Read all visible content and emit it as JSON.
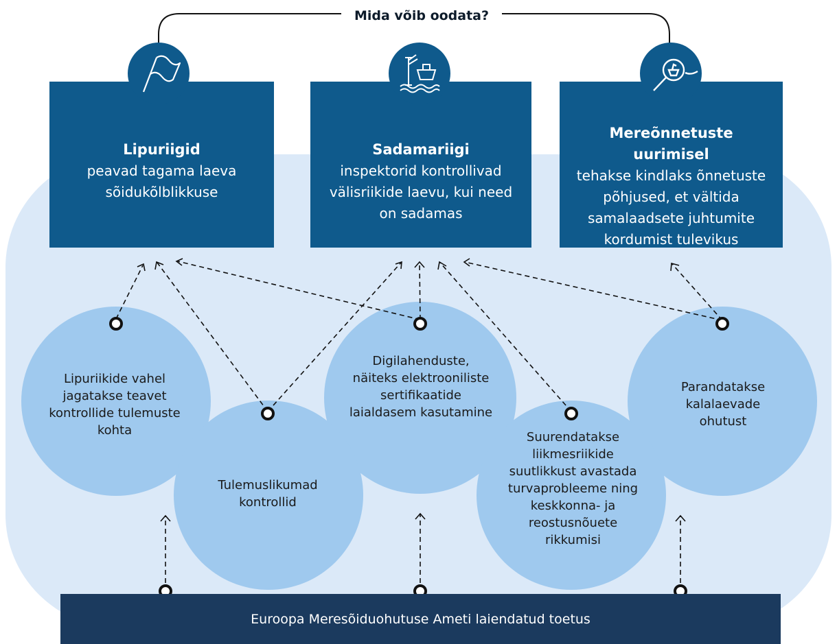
{
  "title": "Mida võib oodata?",
  "boxes": [
    {
      "title": "Lipuriigid",
      "text": "peavad tagama laeva sõidukõlblikkuse"
    },
    {
      "title": "Sadamariigi",
      "text": "inspektorid kontrollivad välisriikide laevu, kui need on sadamas"
    },
    {
      "title": "Mereõnnetuste uurimisel",
      "text": "tehakse kindlaks õnnetuste põhjused, et vältida samalaadsete juhtumite kordumist tulevikus"
    }
  ],
  "circles": [
    {
      "text": "Lipuriikide vahel jagatakse teavet kontrollide tulemuste kohta"
    },
    {
      "text": "Tulemuslikumad kontrollid"
    },
    {
      "text": "Digilahenduste, näiteks elektrooniliste sertifikaatide laialdasem kasutamine"
    },
    {
      "text": "Suurendatakse liikmesriikide suutlikkust avastada turvaprobleeme ning keskkonna- ja reostusnõuete rikkumisi"
    },
    {
      "text": "Parandatakse kalalaevade ohutust"
    }
  ],
  "footer": "Euroopa Meresõiduohutuse Ameti laiendatud toetus",
  "icons": [
    "flag-icon",
    "port-crane-ship-icon",
    "magnifier-ship-icon"
  ],
  "colors": {
    "box": "#0f5a8c",
    "circle": "#9fc9ee",
    "background": "#dbe9f8",
    "footer": "#1b3a5e"
  }
}
